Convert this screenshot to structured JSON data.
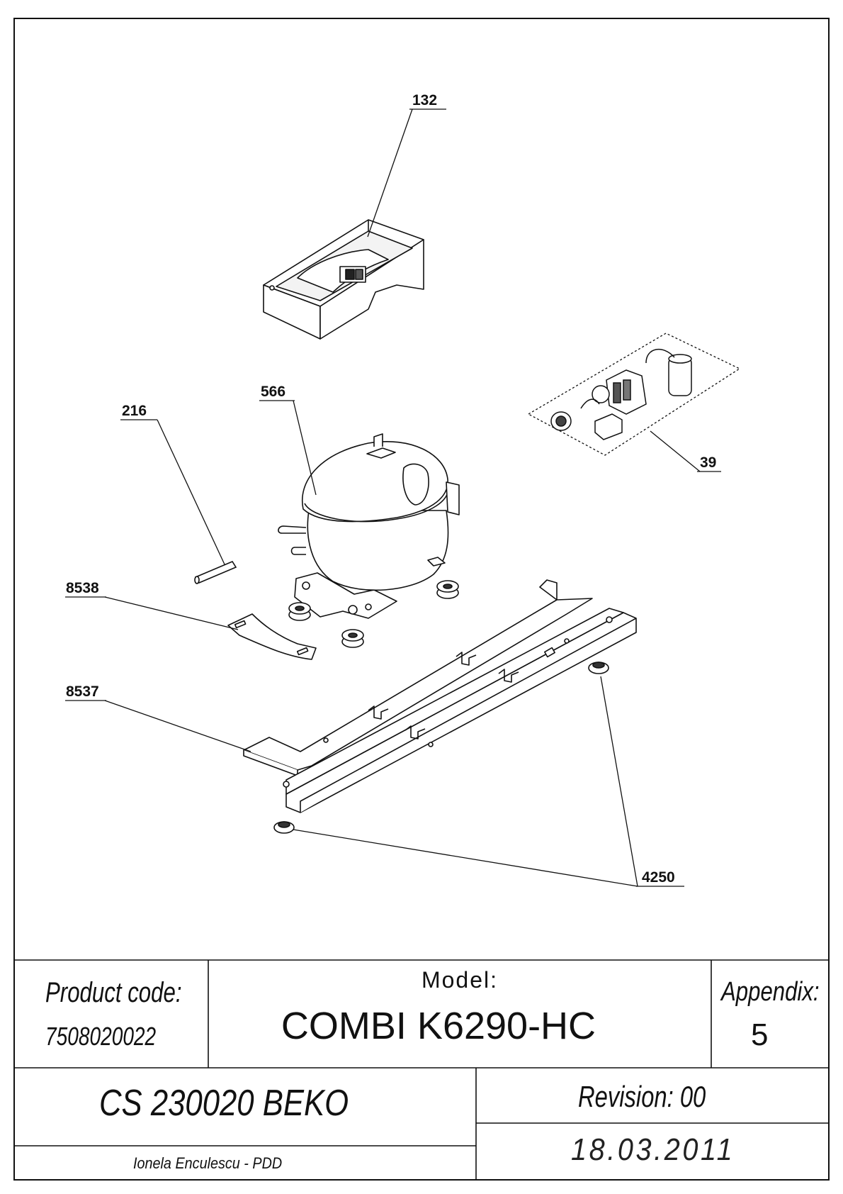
{
  "callouts": {
    "c132": "132",
    "c566": "566",
    "c216": "216",
    "c39": "39",
    "c8538": "8538",
    "c8537": "8537",
    "c4250": "4250"
  },
  "title_block": {
    "product_code_label": "Product code:",
    "product_code": "7508020022",
    "model_label": "Model:",
    "model": "COMBI K6290-HC",
    "appendix_label": "Appendix:",
    "appendix": "5",
    "document": "CS 230020 BEKO",
    "revision": "Revision: 00",
    "author": "Ionela Enculescu - PDD",
    "date": "18.03.2011"
  }
}
